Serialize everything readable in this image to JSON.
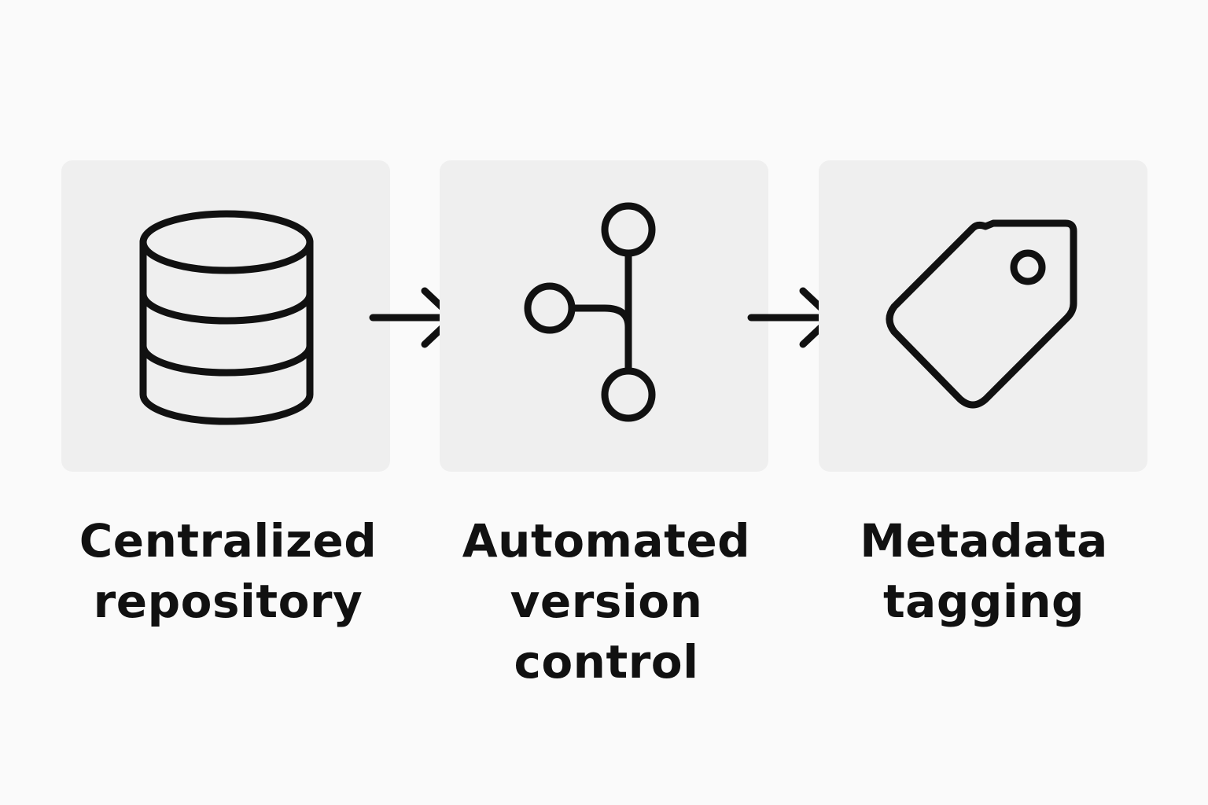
{
  "steps": [
    {
      "icon": "database-icon",
      "line1": "Centralized",
      "line2": "repository"
    },
    {
      "icon": "branch-icon",
      "line1": "Automated",
      "line2": "version control"
    },
    {
      "icon": "tag-icon",
      "line1": "Metadata",
      "line2": "tagging"
    }
  ],
  "connectors": [
    "arrow-right-icon",
    "arrow-right-icon"
  ],
  "colors": {
    "background": "#fafafa",
    "card": "#efefef",
    "ink": "#111111"
  }
}
